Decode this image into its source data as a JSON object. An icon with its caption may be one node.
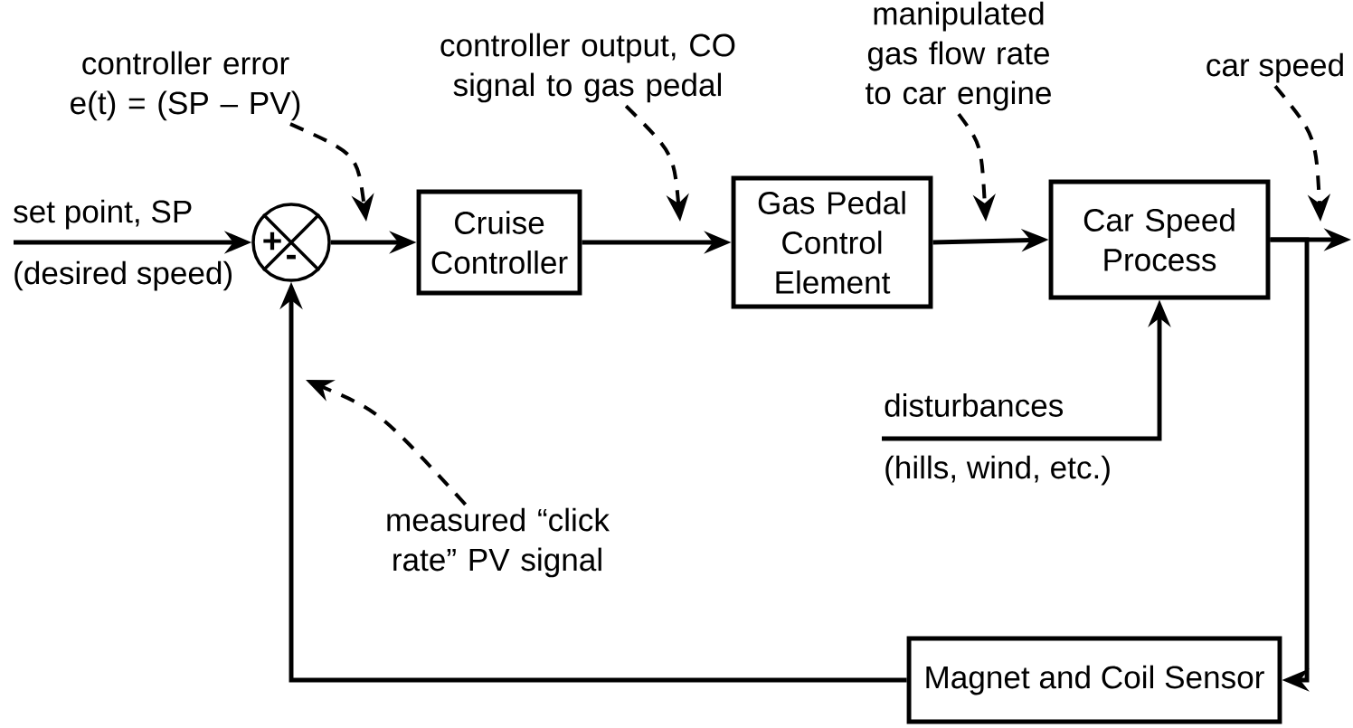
{
  "diagram": {
    "nodes": [
      {
        "text": [
          "+",
          "-"
        ]
      },
      {
        "text": [
          "Cruise Controller"
        ]
      },
      {
        "text": [
          "Gas Pedal Control Element"
        ]
      },
      {
        "text": [
          "Car Speed Process"
        ]
      },
      {
        "text": [
          "Magnet and Coil Sensor"
        ]
      },
      {
        "text": [
          "controller error e(t) = (SP – PV)"
        ]
      },
      {
        "text": [
          "controller output, CO signal to gas pedal"
        ]
      },
      {
        "text": [
          "manipulated gas flow rate to car engine"
        ]
      },
      {
        "text": [
          "car speed"
        ]
      },
      {
        "text": [
          "measured “click rate” PV signal"
        ]
      }
    ],
    "edges": [
      {
        "from": null,
        "to": 0,
        "arrow": "to",
        "label": "set point, SP"
      },
      {
        "from": 0,
        "to": 1,
        "arrow": "to"
      },
      {
        "from": 1,
        "to": 2,
        "arrow": "to"
      },
      {
        "from": 2,
        "to": 3,
        "arrow": "to"
      },
      {
        "from": 3,
        "to": null,
        "arrow": "to"
      },
      {
        "from": 3,
        "to": 4,
        "arrow": "to"
      },
      {
        "from": 4,
        "to": 0,
        "arrow": "to"
      },
      {
        "from": null,
        "to": 3,
        "arrow": "to",
        "label": "disturbances"
      },
      {
        "from": 5,
        "to": null,
        "arrow": "to",
        "style": "dashed"
      },
      {
        "from": 6,
        "to": null,
        "arrow": "to",
        "style": "dashed"
      },
      {
        "from": 7,
        "to": null,
        "arrow": "to",
        "style": "dashed"
      },
      {
        "from": 8,
        "to": null,
        "arrow": "to",
        "style": "dashed"
      },
      {
        "from": 9,
        "to": null,
        "arrow": "to",
        "style": "dashed"
      }
    ],
    "labels": [
      "(desired speed)",
      "(hills, wind, etc.)"
    ]
  }
}
